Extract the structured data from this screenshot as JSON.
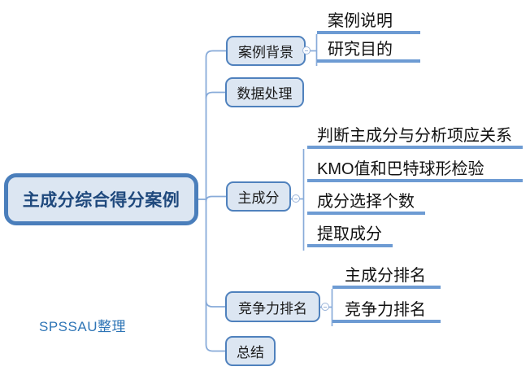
{
  "title": "主成分综合得分案例",
  "watermark": "SPSSAU整理",
  "branches": [
    {
      "label": "案例背景",
      "children": [
        "案例说明",
        "研究目的"
      ]
    },
    {
      "label": "数据处理",
      "children": []
    },
    {
      "label": "主成分",
      "children": [
        "判断主成分与分析项应关系",
        "KMO值和巴特球形检验",
        "成分选择个数",
        "提取成分"
      ]
    },
    {
      "label": "竞争力排名",
      "children": [
        "主成分排名",
        "竞争力排名"
      ]
    },
    {
      "label": "总结",
      "children": []
    }
  ],
  "colors": {
    "node_fill": "#dce6f2",
    "node_border": "#4f81bd",
    "root_border": "#4a7ebb",
    "underline": "#6d9bd3",
    "connector": "#88abd9",
    "root_text": "#1f497d",
    "watermark_text": "#2e75b6"
  }
}
